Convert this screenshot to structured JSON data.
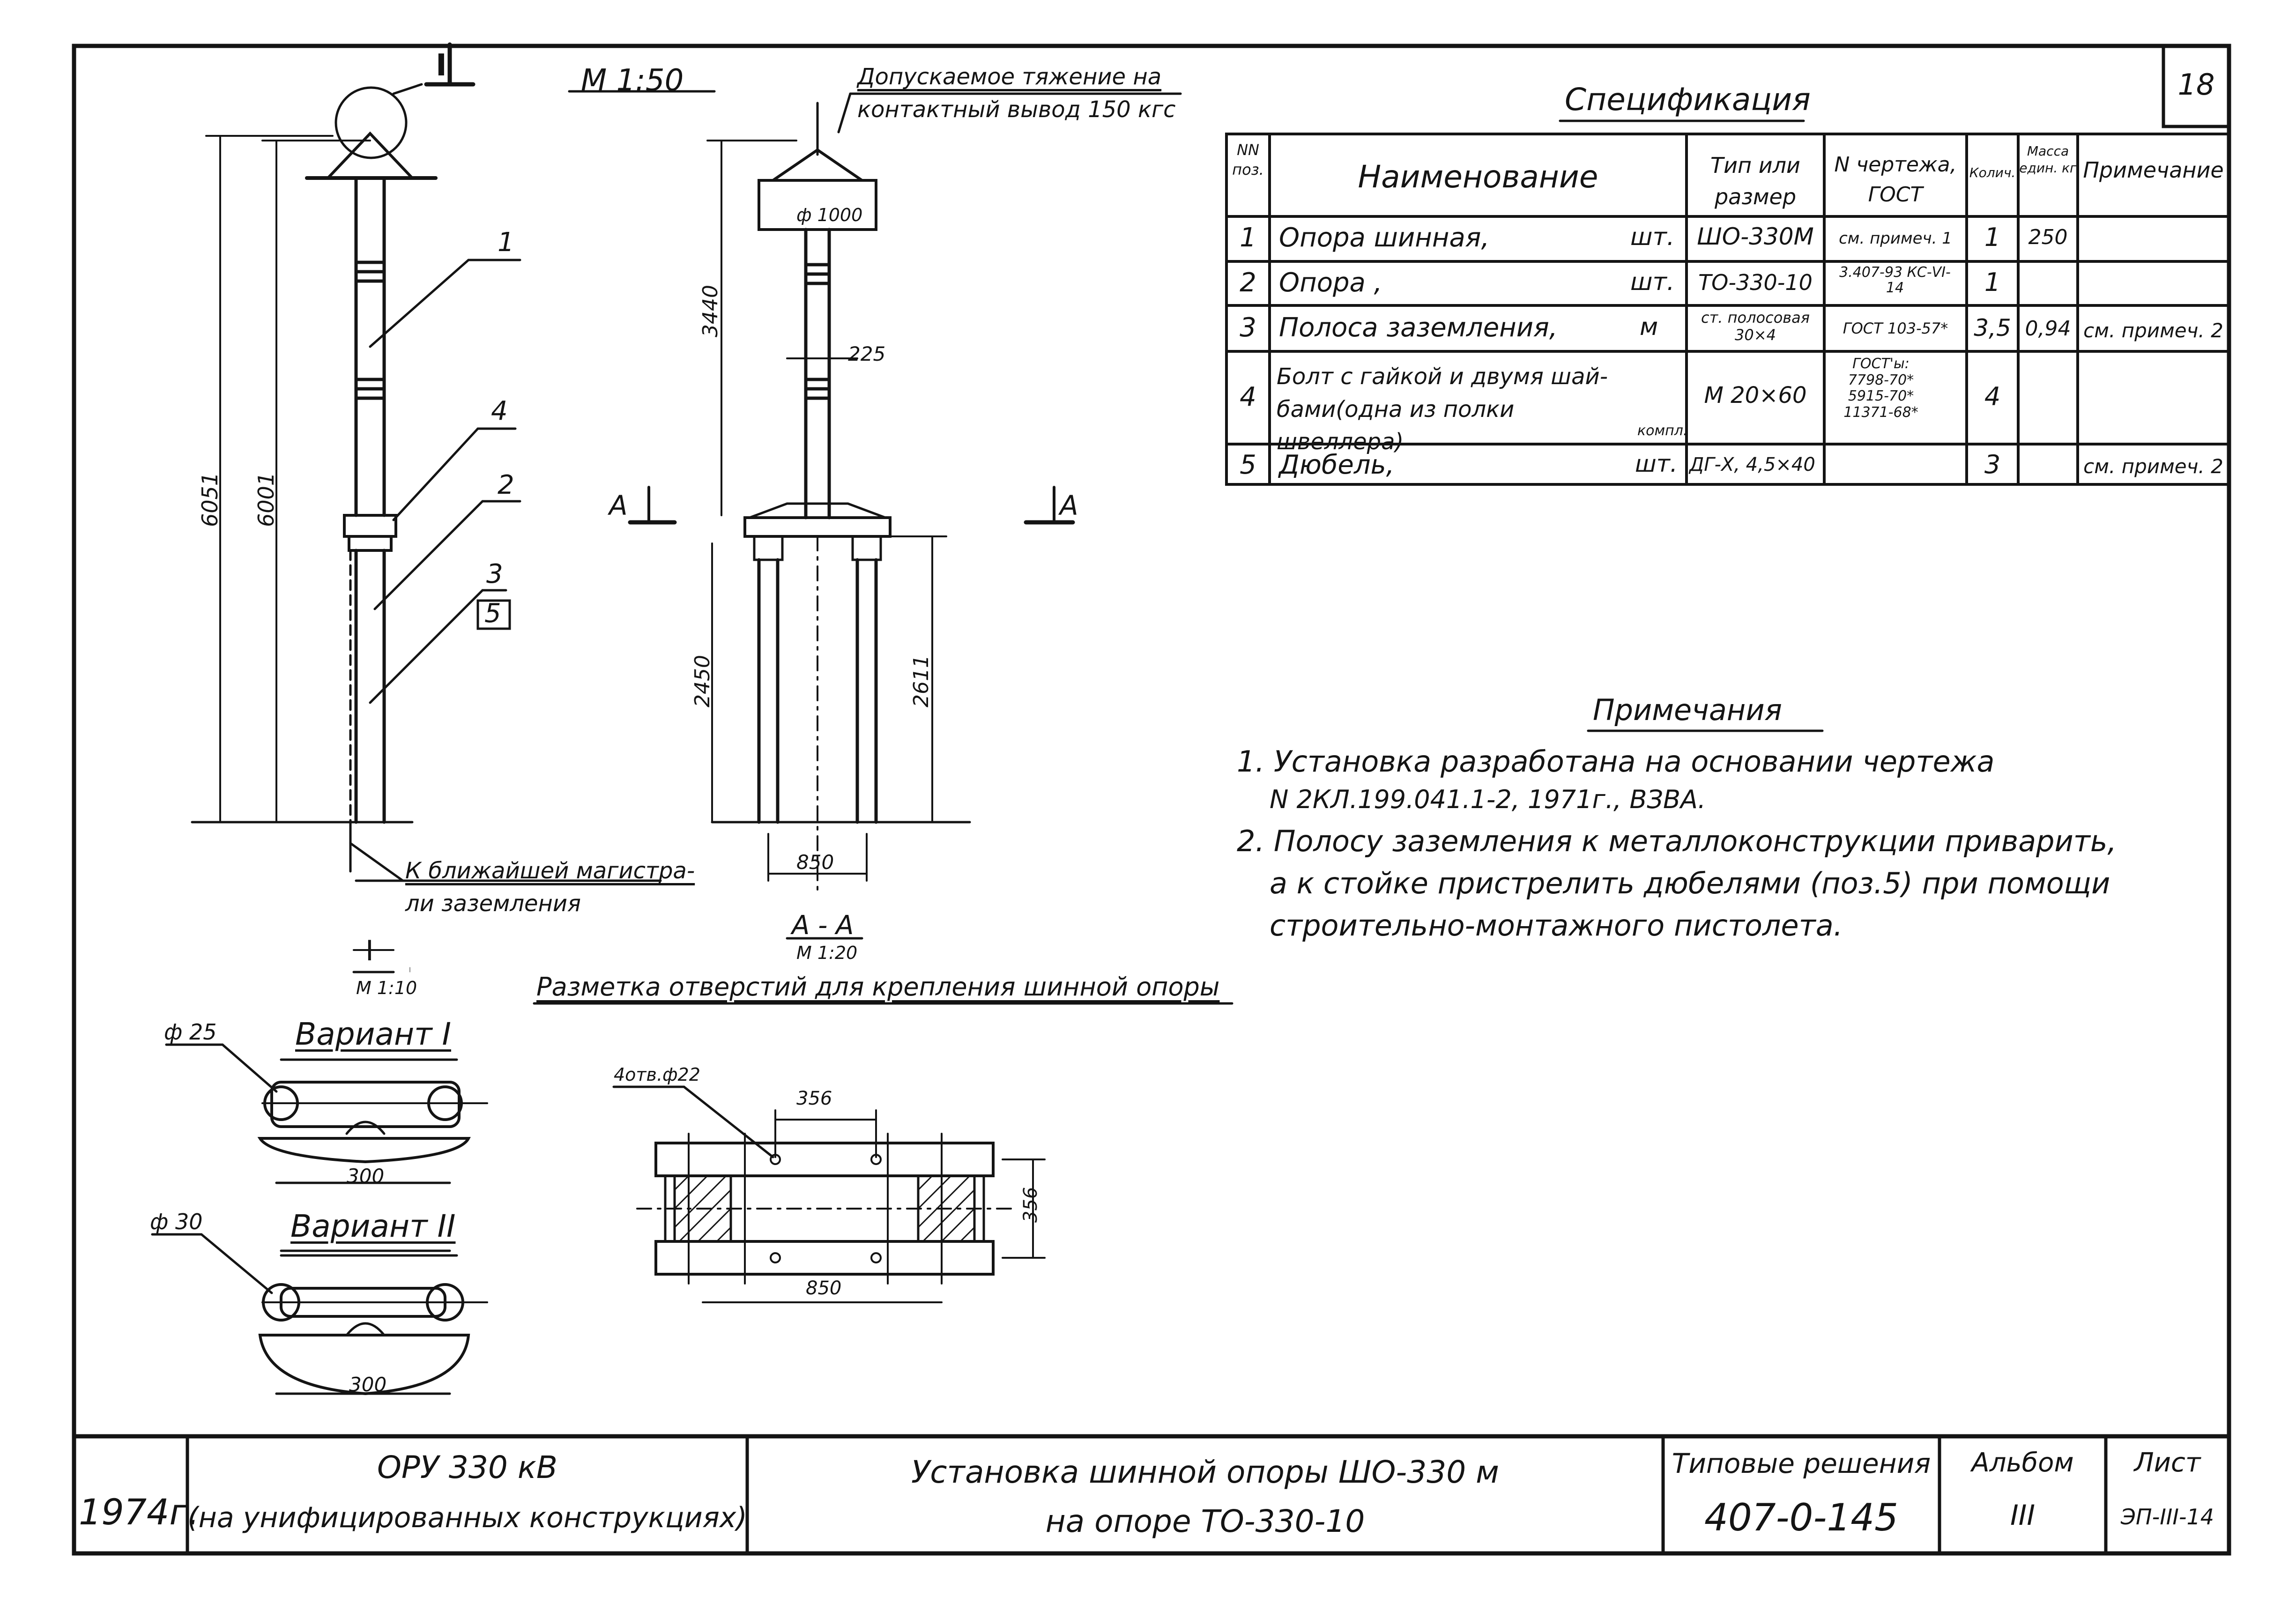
{
  "page_number": "18",
  "scale_main": "М 1:50",
  "callout_I": "I",
  "tension_note": {
    "line1": "Допускаемое тяжение на",
    "line2": "контактный вывод 150 кгс"
  },
  "left_view": {
    "dim_6051": "6051",
    "dim_6001": "6001",
    "pos_labels": [
      "1",
      "4",
      "2",
      "3",
      "5"
    ],
    "ground_note": {
      "line1": "К ближайшей магистра-",
      "line2": "ли заземления"
    }
  },
  "middle_view": {
    "dim_3440": "3440",
    "dim_phi1000": "ф 1000",
    "dim_225": "225",
    "dim_2450": "2450",
    "dim_2611": "2611",
    "dim_850": "850",
    "section_mark": "А"
  },
  "section_AA": {
    "label": "А - А",
    "scale": "М 1:20"
  },
  "detail_I": {
    "label": "I",
    "scale": "М 1:10"
  },
  "holes_title": "Разметка отверстий для крепления шинной опоры",
  "variant1": {
    "title": "Вариант I",
    "diam": "ф 25",
    "dim": "300"
  },
  "variant2": {
    "title": "Вариант II",
    "diam": "ф 30",
    "dim": "300"
  },
  "holes_plan": {
    "holes": "4отв.ф22",
    "dim_top": "356",
    "dim_side": "356",
    "dim_bottom": "850"
  },
  "specification": {
    "title": "Спецификация",
    "headers": [
      "NN поз.",
      "Наименование",
      "Тип или размер",
      "N чертежа, ГОСТ",
      "Колич.",
      "Масса един. кг",
      "Примечание"
    ],
    "rows": [
      {
        "pos": "1",
        "name": "Опора шинная,",
        "unit": "шт.",
        "type": "ШО-330М",
        "drawing": "см. примеч. 1",
        "qty": "1",
        "mass": "250",
        "note": ""
      },
      {
        "pos": "2",
        "name": "Опора ,",
        "unit": "шт.",
        "type": "ТО-330-10",
        "drawing": "3.407-93 КС-VI-14",
        "qty": "1",
        "mass": "",
        "note": ""
      },
      {
        "pos": "3",
        "name": "Полоса заземления,",
        "unit": "м",
        "type": "ст. полосовая 30×4",
        "drawing": "ГОСТ 103-57*",
        "qty": "3,5",
        "mass": "0,94",
        "note": "см. примеч. 2"
      },
      {
        "pos": "4",
        "name": "Болт с гайкой и двумя шай- бами(одна из полки швеллера)",
        "unit": "компл.",
        "type": "М 20×60",
        "drawing": "ГОСТ'ы: 7798-70* 5915-70* 11371-68*",
        "qty": "4",
        "mass": "",
        "note": ""
      },
      {
        "pos": "5",
        "name": "Дюбель,",
        "unit": "шт.",
        "type": "ДГ-Х, 4,5×40",
        "drawing": "",
        "qty": "3",
        "mass": "",
        "note": "см. примеч. 2"
      }
    ]
  },
  "notes": {
    "title": "Примечания",
    "lines": [
      "1. Установка разработана на основании чертежа",
      "N 2КЛ.199.041.1-2, 1971г., ВЗВА.",
      "2. Полосу заземления к металлоконструкции приварить,",
      "а к стойке пристрелить дюбелями (поз.5) при помощи",
      "строительно-монтажного пистолета."
    ]
  },
  "title_block": {
    "year": "1974г.",
    "object_line1": "ОРУ 330 кВ",
    "object_line2": "(на унифицированных конструкциях)",
    "title_line1": "Установка шинной опоры ШО-330 м",
    "title_line2": "на опоре ТО-330-10",
    "series_label": "Типовые решения",
    "series_value": "407-0-145",
    "album_label": "Альбом",
    "album_value": "III",
    "sheet_label": "Лист",
    "sheet_value": "ЭП-III-14"
  }
}
